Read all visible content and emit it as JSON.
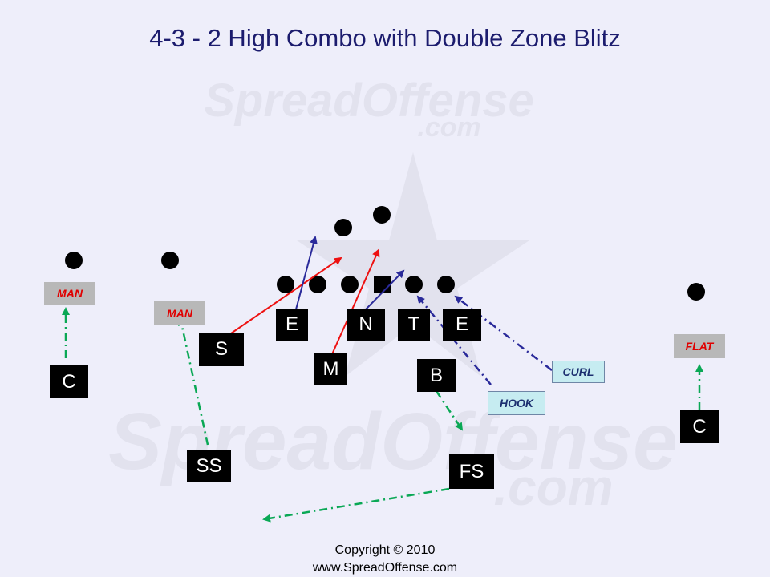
{
  "title": "4-3 - 2 High Combo with Double Zone Blitz",
  "watermark": {
    "brand": "SpreadOffense",
    "domain": ".com"
  },
  "defenders": {
    "c_left": "C",
    "ss": "SS",
    "s": "S",
    "e_left": "E",
    "m": "M",
    "n": "N",
    "t": "T",
    "e_right": "E",
    "b": "B",
    "fs": "FS",
    "c_right": "C"
  },
  "assignments": {
    "man_left": "MAN",
    "man_ss": "MAN",
    "flat": "FLAT",
    "hook": "HOOK",
    "curl": "CURL"
  },
  "footer": {
    "copyright": "Copyright © 2010",
    "url": "www.SpreadOffense.com"
  },
  "colors": {
    "background": "#eeeefa",
    "title": "#1c1c6e",
    "blitz_red": "#ee1111",
    "rush_blue": "#2a2a9a",
    "coverage_green": "#0aa855",
    "defender": "#000000"
  }
}
